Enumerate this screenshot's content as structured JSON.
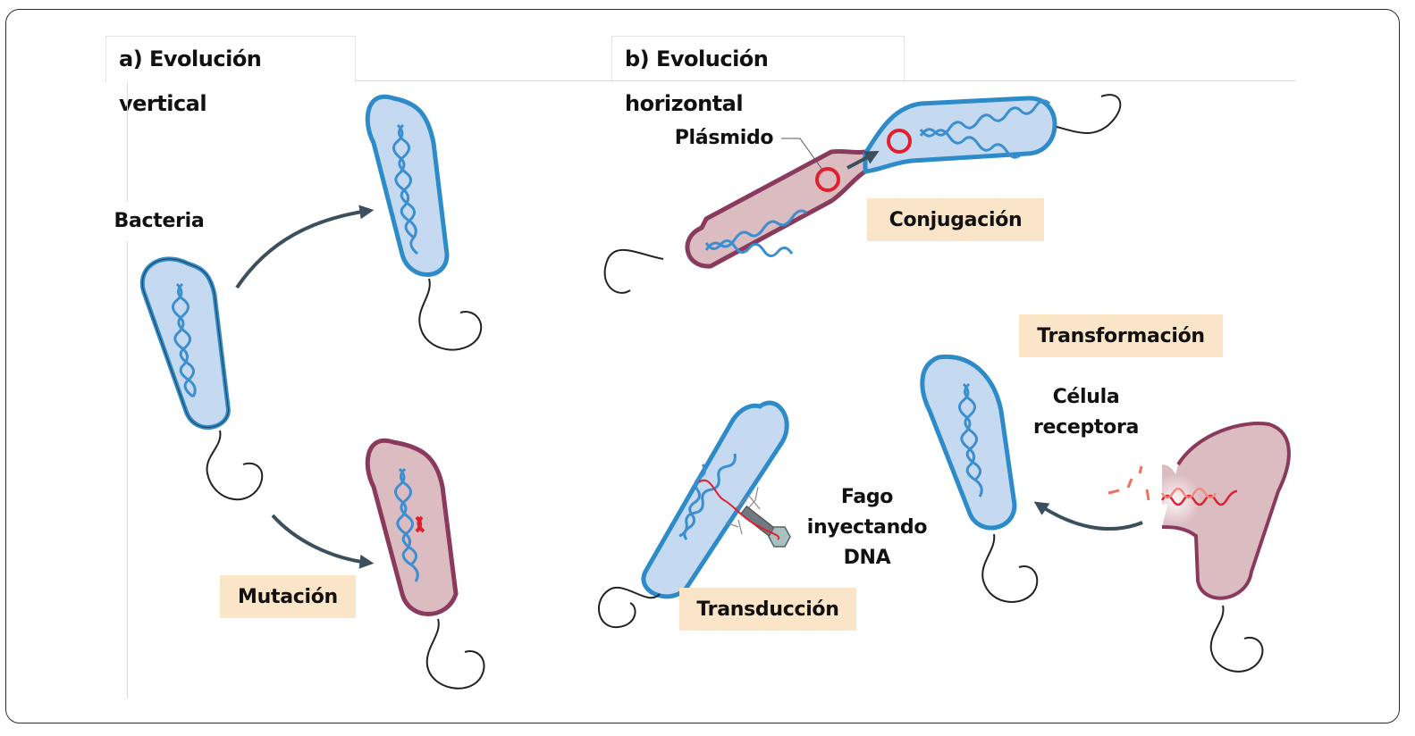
{
  "panels": {
    "vertical": {
      "title": "a) Evolución vertical"
    },
    "horizontal": {
      "title": "b) Evolución horizontal"
    }
  },
  "labels": {
    "bacteria": "Bacteria",
    "mutation": "Mutación",
    "plasmid": "Plásmido",
    "conjugation": "Conjugación",
    "transformation": "Transformación",
    "recipient_cell_line1": "Célula",
    "recipient_cell_line2": "receptora",
    "phage_line1": "Fago",
    "phage_line2": "inyectando",
    "phage_line3": "DNA",
    "transduction": "Transducción"
  },
  "colors": {
    "normal_cell_fill": "#c5daf0",
    "normal_cell_stroke": "#2e8bc9",
    "mutant_cell_fill": "#dbbcc1",
    "mutant_cell_stroke": "#8a3a5c",
    "dna_blue": "#3b8fd1",
    "dna_red": "#e01f2f",
    "arrow": "#3b4f5c",
    "highlight_box": "#fbe5c8"
  }
}
